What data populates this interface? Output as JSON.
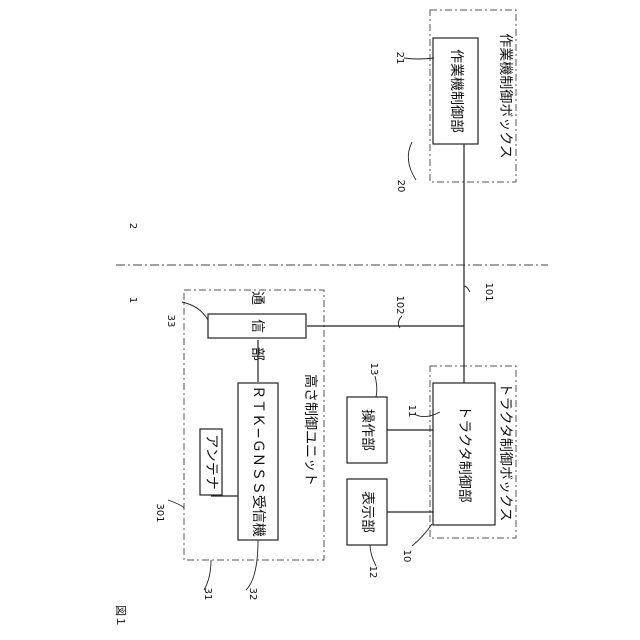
{
  "figure_title": "図１",
  "refs": {
    "r1": "1",
    "r2": "2",
    "r10": "10",
    "r11": "11",
    "r12": "12",
    "r13": "13",
    "r20": "20",
    "r21": "21",
    "r31": "31",
    "r32": "32",
    "r33": "33",
    "r101": "101",
    "r102": "102",
    "r301": "301"
  },
  "blocks": {
    "height_control_unit": "高さ制御ユニット",
    "antenna": "アンテナ",
    "rtk_receiver": "ＲＴＫ−ＧＮＳＳ受信機",
    "communication": "通　信　部",
    "display": "表示部",
    "operation": "操作部",
    "tractor_control_box": "トラクタ制御ボックス",
    "tractor_control": "トラクタ制御部",
    "work_machine_box": "作業機制御ボックス",
    "work_machine_control": "作業機制御部"
  }
}
